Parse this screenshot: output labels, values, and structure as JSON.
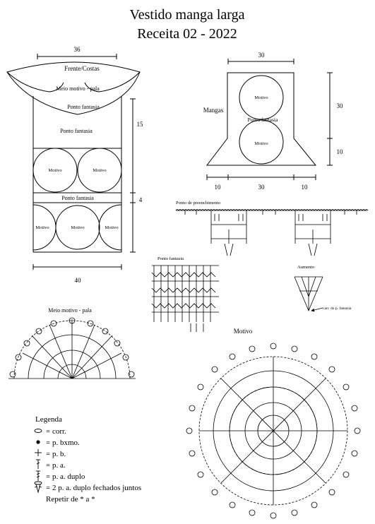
{
  "title": {
    "line1": "Vestido manga larga",
    "line2": "Receita  02 - 2022"
  },
  "body_diagram": {
    "top_width": "36",
    "bottom_width": "40",
    "front_back_label": "Frente/Costas",
    "half_motif_yoke_label": "Meio motivo - pala",
    "fancy_stitch_1": "Ponto fantasia",
    "fancy_stitch_2": "Ponto fantasia",
    "motif_label": "Motivo",
    "fancy_stitch_3": "Ponto fantasia",
    "height_upper": "15",
    "height_band": "4"
  },
  "sleeve_diagram": {
    "label": "Mangas",
    "top_width": "30",
    "height_upper": "30",
    "height_lower": "10",
    "bottom_left": "10",
    "bottom_center": "30",
    "bottom_right": "10",
    "motif_label": "Motivo",
    "fancy_stitch": "Ponto fantasia"
  },
  "charts": {
    "fill_stitch_title": "Ponto de preenchimento",
    "fancy_stitch_title": "Ponto fantasia",
    "increase_title": "Aumento",
    "increase_note": "carr. do p. fantasia",
    "half_motif_title": "Meio motivo - pala",
    "motif_title": "Motivo"
  },
  "legend": {
    "title": "Legenda",
    "items": [
      {
        "symbol": "chain-oval-icon",
        "text": "= corr."
      },
      {
        "symbol": "slip-stitch-dot-icon",
        "text": "= p. bxmo."
      },
      {
        "symbol": "single-crochet-cross-icon",
        "text": "= p. b."
      },
      {
        "symbol": "double-crochet-icon",
        "text": "= p. a."
      },
      {
        "symbol": "treble-crochet-icon",
        "text": "= p. a. duplo"
      },
      {
        "symbol": "treble-cluster-icon",
        "text": "= 2 p. a. duplo fechados juntos"
      }
    ],
    "repeat_note": "Repetir de * a *"
  }
}
